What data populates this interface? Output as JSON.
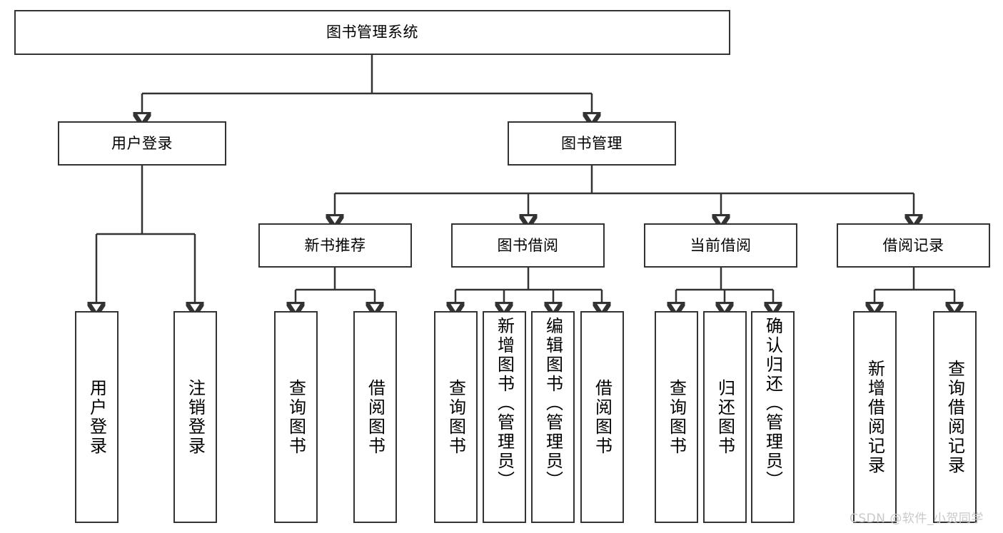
{
  "diagram": {
    "title": "图书管理系统",
    "type": "function-hierarchy-tree",
    "colors": {
      "border": "#333333",
      "fill": "#ffffff",
      "text": "#000000",
      "watermark": "#c9c9c9"
    }
  },
  "root": {
    "label": "图书管理系统"
  },
  "level1": [
    {
      "label": "用户登录"
    },
    {
      "label": "图书管理"
    }
  ],
  "level2": [
    {
      "label": "新书推荐"
    },
    {
      "label": "图书借阅"
    },
    {
      "label": "当前借阅"
    },
    {
      "label": "借阅记录"
    }
  ],
  "leaves": {
    "user_login": [
      {
        "label": "用户登录"
      },
      {
        "label": "注销登录"
      }
    ],
    "new_book": [
      {
        "label": "查询图书"
      },
      {
        "label": "借阅图书"
      }
    ],
    "book_borrow": [
      {
        "label": "查询图书"
      },
      {
        "label": "新增图书（管理员）"
      },
      {
        "label": "编辑图书（管理员）"
      },
      {
        "label": "借阅图书"
      }
    ],
    "current_borrow": [
      {
        "label": "查询图书"
      },
      {
        "label": "归还图书"
      },
      {
        "label": "确认归还（管理员）"
      }
    ],
    "borrow_record": [
      {
        "label": "新增借阅记录"
      },
      {
        "label": "查询借阅记录"
      }
    ]
  },
  "watermark": {
    "text": "CSDN @软件_小贺同学"
  }
}
